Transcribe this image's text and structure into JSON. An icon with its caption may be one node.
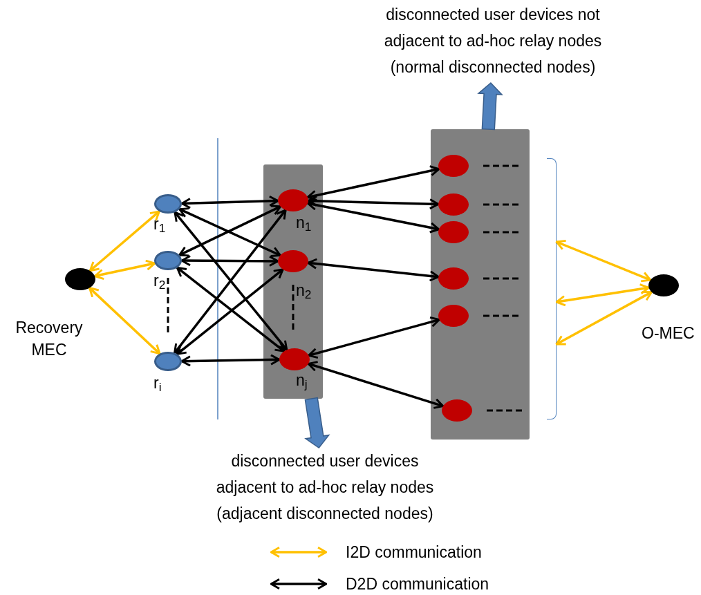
{
  "diagram": {
    "nodes": [
      {
        "text": [],
        "shape": "circle",
        "beside": [
          "Recovery MEC"
        ]
      },
      {
        "text": [],
        "shape": "circle",
        "beside": [
          "r$_{1}$"
        ]
      },
      {
        "text": [],
        "shape": "circle",
        "beside": [
          "r$_{2}$"
        ]
      },
      {
        "text": [],
        "shape": "circle",
        "beside": [
          "r$_{i}$"
        ]
      },
      {
        "text": [],
        "shape": "box"
      },
      {
        "text": [],
        "shape": "circle",
        "in": 4,
        "beside": [
          "n$_{1}$"
        ]
      },
      {
        "text": [],
        "shape": "circle",
        "in": 4,
        "beside": [
          "n$_{2}$"
        ]
      },
      {
        "text": [],
        "shape": "circle",
        "in": 4,
        "beside": [
          "n$_{j}$"
        ]
      },
      {
        "text": [],
        "shape": "box"
      },
      {
        "text": [],
        "shape": "circle",
        "in": 8
      },
      {
        "text": [],
        "shape": "circle",
        "in": 8
      },
      {
        "text": [],
        "shape": "circle",
        "in": 8
      },
      {
        "text": [],
        "shape": "circle",
        "in": 8
      },
      {
        "text": [],
        "shape": "circle",
        "in": 8
      },
      {
        "text": [],
        "shape": "circle",
        "in": 8
      },
      {
        "text": [],
        "shape": "circle",
        "beside": [
          "O-MEC"
        ]
      },
      {
        "text": [
          "disconnected user devices not adjacent to ad-hoc relay nodes",
          "(normal disconnected nodes)"
        ]
      },
      {
        "text": [
          "disconnected user devices adjacent to ad-hoc relay nodes",
          "(adjacent disconnected nodes)"
        ]
      },
      {
        "text": [],
        "shape": "bracket"
      }
    ],
    "edges": [
      {
        "from": 0,
        "to": 1,
        "arrow": "both",
        "color": "#ffc000"
      },
      {
        "from": 0,
        "to": 2,
        "arrow": "both",
        "color": "#ffc000"
      },
      {
        "from": 0,
        "to": 3,
        "arrow": "both",
        "color": "#ffc000"
      },
      {
        "from": 1,
        "to": 5,
        "arrow": "both"
      },
      {
        "from": 1,
        "to": 6,
        "arrow": "both"
      },
      {
        "from": 1,
        "to": 7,
        "arrow": "both"
      },
      {
        "from": 2,
        "to": 5,
        "arrow": "both"
      },
      {
        "from": 2,
        "to": 6,
        "arrow": "both"
      },
      {
        "from": 2,
        "to": 7,
        "arrow": "both"
      },
      {
        "from": 3,
        "to": 5,
        "arrow": "both"
      },
      {
        "from": 3,
        "to": 6,
        "arrow": "both"
      },
      {
        "from": 3,
        "to": 7,
        "arrow": "both"
      },
      {
        "from": 5,
        "to": 9,
        "arrow": "both"
      },
      {
        "from": 5,
        "to": 10,
        "arrow": "both"
      },
      {
        "from": 5,
        "to": 11,
        "arrow": "both"
      },
      {
        "from": 6,
        "to": 12,
        "arrow": "both"
      },
      {
        "from": 7,
        "to": 13,
        "arrow": "both"
      },
      {
        "from": 7,
        "to": 14,
        "arrow": "both"
      },
      {
        "from": 15,
        "to": 18,
        "arrow": "both",
        "color": "#ffc000"
      },
      {
        "from": 15,
        "to": 18,
        "arrow": "both",
        "color": "#ffc000"
      },
      {
        "from": 15,
        "to": 18,
        "arrow": "both",
        "color": "#ffc000"
      },
      {
        "from": 8,
        "to": 16,
        "arrow": "to",
        "style": "thick",
        "color": "#4f81bd"
      },
      {
        "from": 4,
        "to": 17,
        "arrow": "to",
        "style": "thick",
        "color": "#4f81bd"
      }
    ],
    "legend": [
      {
        "text": "I2D communication"
      },
      {
        "text": "D2D communication"
      }
    ]
  }
}
